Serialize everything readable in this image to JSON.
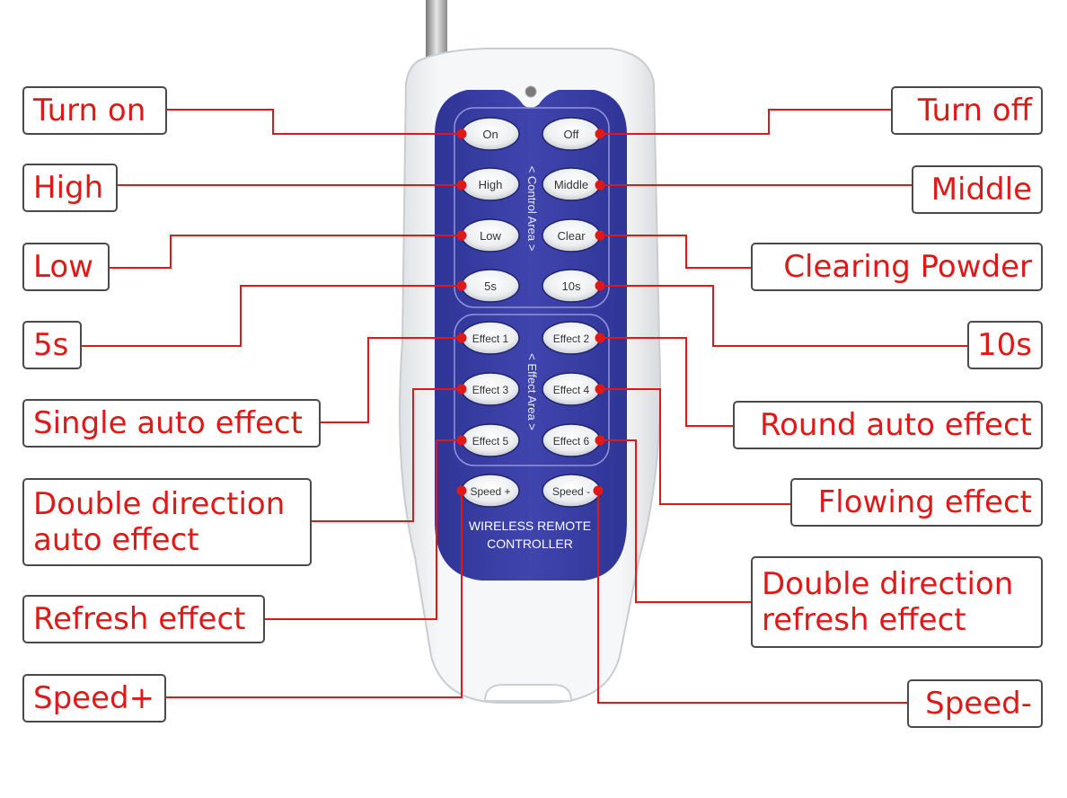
{
  "remote": {
    "control_area_label": "< Control Area >",
    "effect_area_label": "< Effect Area >",
    "brand_line1": "WIRELESS REMOTE",
    "brand_line2": "CONTROLLER",
    "buttons": {
      "on": "On",
      "off": "Off",
      "high": "High",
      "middle": "Middle",
      "low": "Low",
      "clear": "Clear",
      "s5": "5s",
      "s10": "10s",
      "effect1": "Effect 1",
      "effect2": "Effect 2",
      "effect3": "Effect 3",
      "effect4": "Effect 4",
      "effect5": "Effect 5",
      "effect6": "Effect 6",
      "speed_plus": "Speed +",
      "speed_minus": "Speed -"
    }
  },
  "callouts": {
    "turn_on": "Turn on",
    "turn_off": "Turn off",
    "high": "High",
    "middle": "Middle",
    "low": "Low",
    "clearing_powder": "Clearing Powder",
    "s5": "5s",
    "s10": "10s",
    "single_auto_effect": "Single auto effect",
    "round_auto_effect": "Round auto effect",
    "double_direction_auto_effect": [
      "Double direction",
      "auto effect"
    ],
    "flowing_effect": "Flowing effect",
    "double_direction_refresh_effect": [
      "Double direction",
      "refresh effect"
    ],
    "refresh_effect": "Refresh effect",
    "speed_plus": "Speed+",
    "speed_minus": "Speed-"
  },
  "colors": {
    "callout_text": "#e01818",
    "leader_line": "#e01818",
    "remote_panel": "#3a3fa6",
    "remote_body": "#eef0f2"
  }
}
